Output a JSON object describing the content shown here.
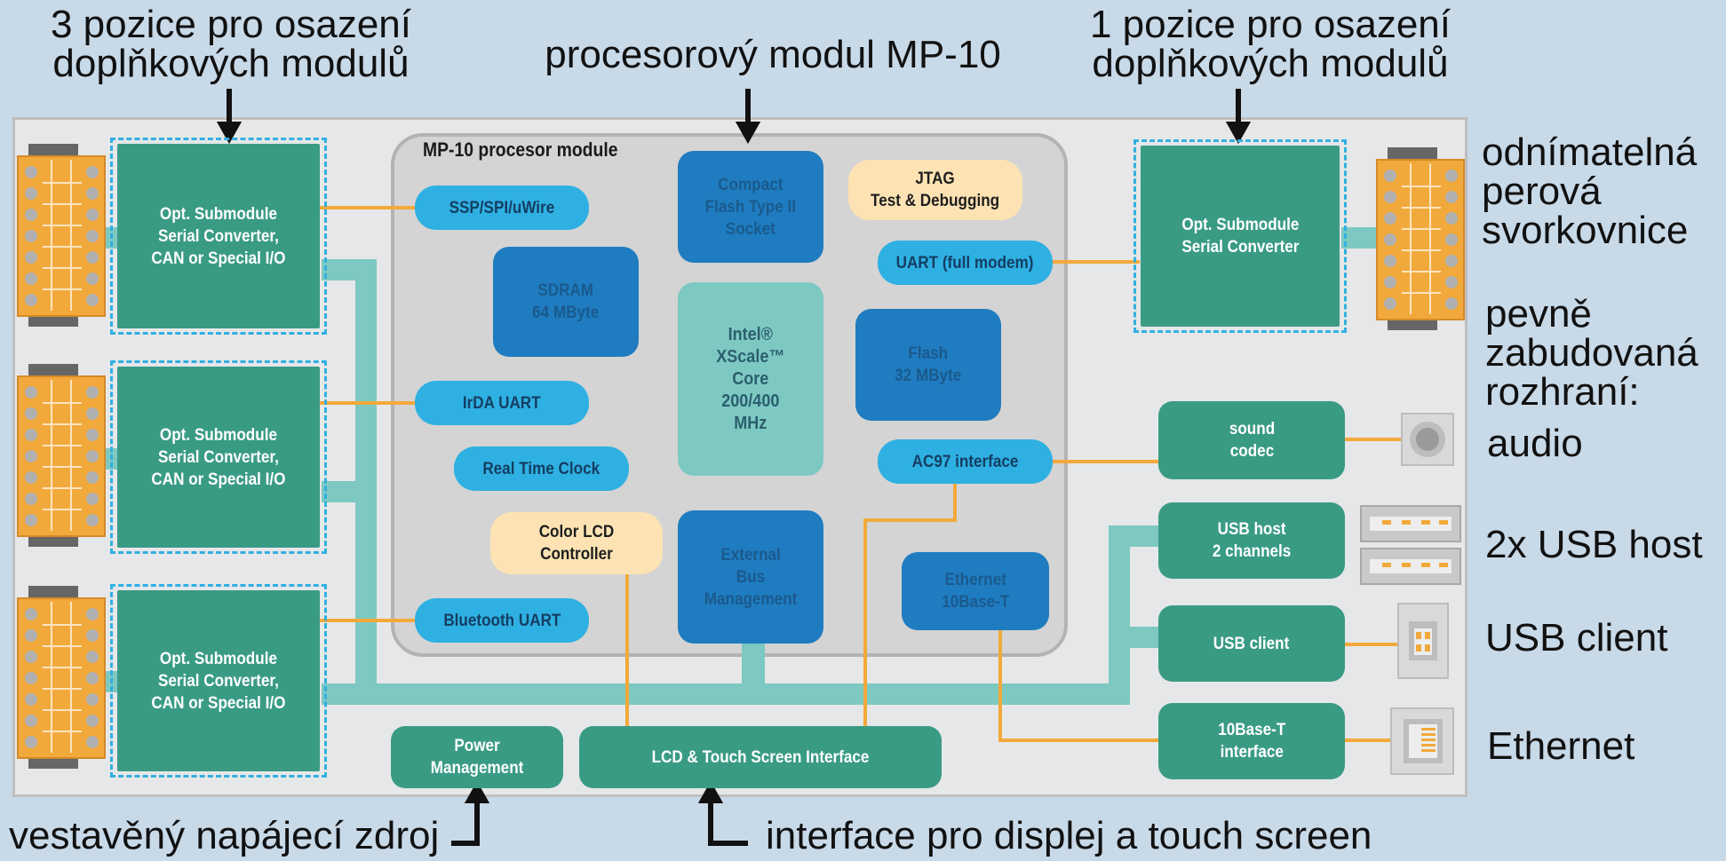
{
  "annotations": {
    "top_left": "3 pozice pro osazení\ndoplňkových modulů",
    "top_center": "procesorový modul MP-10",
    "top_right": "1 pozice pro osazení\ndoplňkových modulů",
    "right_terminal": "odnímatelná\nperová\nsvorkovnice",
    "right_fixed": "pevně\nzabudovaná\nrozhraní:",
    "audio": "audio",
    "usb_host": "2x USB host",
    "usb_client": "USB client",
    "ethernet": "Ethernet",
    "bottom_left": "vestavěný napájecí zdroj",
    "bottom_right": "interface pro displej a touch screen"
  },
  "processor": {
    "title": "MP-10 procesor module",
    "compact_flash": "Compact\nFlash Type II\nSocket",
    "jtag": "JTAG\nTest & Debugging",
    "ssp": "SSP/SPI/uWire",
    "uart_modem": "UART (full modem)",
    "sdram": "SDRAM\n64 MByte",
    "core": "Intel®\nXScale™\nCore\n200/400\nMHz",
    "flash": "Flash\n32 MByte",
    "irda": "IrDA UART",
    "rtc": "Real Time Clock",
    "ac97": "AC97 interface",
    "lcd_ctrl": "Color LCD\nController",
    "ext_bus": "External\nBus\nManagement",
    "ethernet": "Ethernet\n10Base-T",
    "bluetooth": "Bluetooth UART"
  },
  "submodules": {
    "left_1": "Opt. Submodule\nSerial Converter,\nCAN or Special I/O",
    "left_2": "Opt. Submodule\nSerial Converter,\nCAN or Special I/O",
    "left_3": "Opt. Submodule\nSerial Converter,\nCAN or Special I/O",
    "right_1": "Opt. Submodule\nSerial Converter"
  },
  "interfaces": {
    "sound": "sound\ncodec",
    "usb_host": "USB host\n2 channels",
    "usb_client": "USB client",
    "tenbase": "10Base-T\ninterface",
    "power": "Power\nManagement",
    "lcd_touch": "LCD & Touch Screen Interface"
  },
  "colors": {
    "background": "#c8d9e8",
    "board": "#e6e7e8",
    "green": "#3a9b85",
    "dark_blue": "#1f7cc0",
    "light_blue": "#2fb0e2",
    "teal_bus": "#7dc9c2",
    "orange_wire": "#f2a93b",
    "cream": "#fde3b3"
  }
}
